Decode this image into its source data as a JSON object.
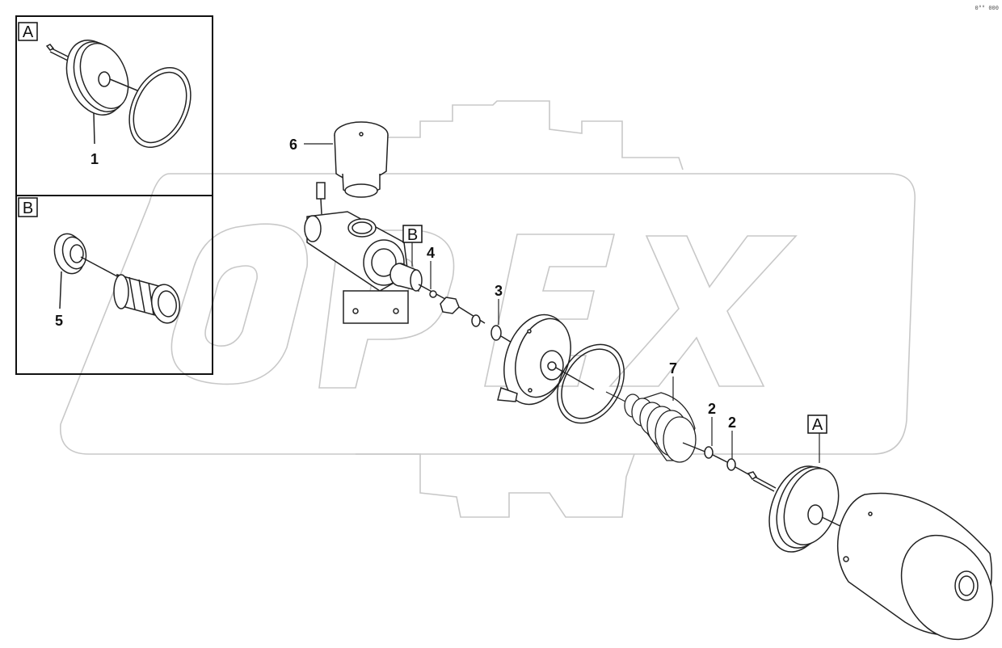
{
  "insets": {
    "a": {
      "letter": "A",
      "callout": "1"
    },
    "b": {
      "letter": "B",
      "callout": "5"
    }
  },
  "callouts": {
    "c6": "6",
    "c4": "4",
    "c3": "3",
    "c7": "7",
    "c2a": "2",
    "c2b": "2"
  },
  "refs": {
    "b": "B",
    "a": "A"
  },
  "watermark": {
    "text": "OPEX"
  },
  "corner_code": "0°° 000",
  "colors": {
    "line": "#222222",
    "watermark": "#c8c8c8"
  }
}
